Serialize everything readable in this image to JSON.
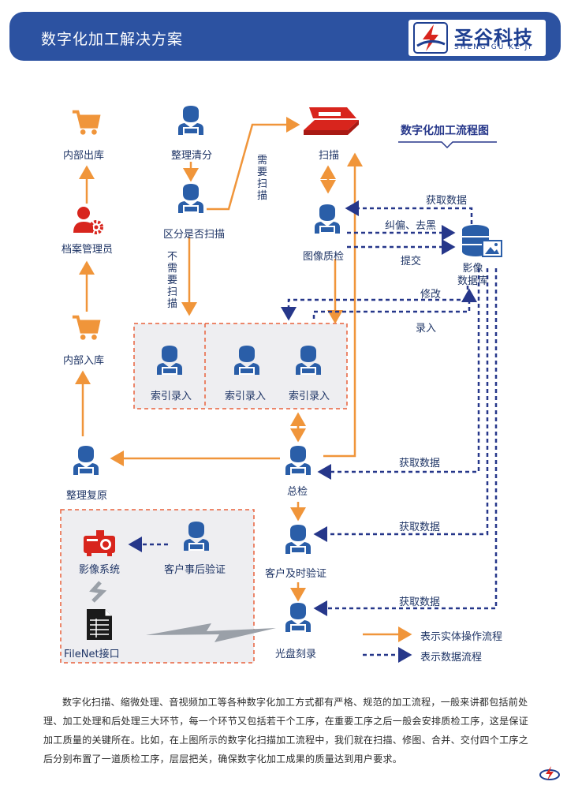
{
  "header": {
    "title": "数字化加工解决方案"
  },
  "logo": {
    "name_cn": "圣谷科技",
    "name_en": "SHENG GU KE JI"
  },
  "diagram": {
    "title": "数字化加工流程图",
    "nodes": {
      "internal_out": "内部出库",
      "sort_clean": "整理清分",
      "scan": "扫描",
      "distinguish": "区分是否扫描",
      "archive_admin": "档案管理员",
      "image_qc": "图像质检",
      "image_db": "影像\n数据库",
      "internal_in": "内部入库",
      "index1": "索引录入",
      "index2": "索引录入",
      "index3": "索引录入",
      "restore": "整理复原",
      "final_check": "总检",
      "image_system": "影像系统",
      "client_verify_after": "客户事后验证",
      "client_verify_now": "客户及时验证",
      "filenet": "FileNet接口",
      "disc_burn": "光盘刻录"
    },
    "edges": {
      "need_scan": "需要扫描",
      "no_scan": "不需要扫描",
      "get_data_1": "获取数据",
      "deskew": "纠偏、去黑",
      "submit": "提交",
      "modify": "修改",
      "enter": "录入",
      "get_data_2": "获取数据",
      "get_data_3": "获取数据",
      "get_data_4": "获取数据"
    },
    "legend": {
      "physical": "表示实体操作流程",
      "data": "表示数据流程"
    },
    "colors": {
      "physical": "#f0953a",
      "data": "#26378a",
      "person": "#2a5ea8",
      "box_border": "#e8603c"
    }
  },
  "description": "数字化扫描、缩微处理、音视频加工等各种数字化加工方式都有严格、规范的加工流程，一般来讲都包括前处理、加工处理和后处理三大环节，每一个环节又包括若干个工序，在重要工序之后一般会安排质检工序，这是保证加工质量的关键所在。比如，在上图所示的数字化扫描加工流程中，我们就在扫描、修图、合并、交付四个工序之后分别布置了一道质检工序，层层把关，确保数字化加工成果的质量达到用户要求。"
}
